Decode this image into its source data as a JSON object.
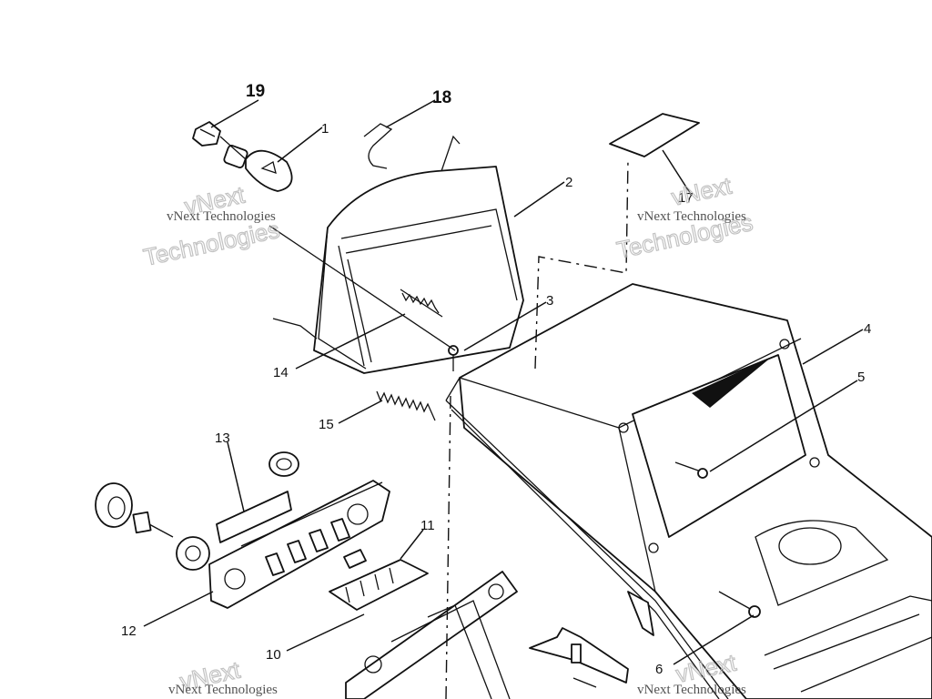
{
  "callouts": {
    "c1": "1",
    "c2": "2",
    "c3": "3",
    "c4": "4",
    "c5": "5",
    "c6": "6",
    "c10": "10",
    "c11": "11",
    "c12": "12",
    "c13": "13",
    "c14": "14",
    "c15": "15",
    "c17": "17",
    "c18": "18",
    "c19": "19"
  },
  "watermark": {
    "brand": "vNext",
    "company": "vNext Technologies",
    "word": "Technologies"
  }
}
